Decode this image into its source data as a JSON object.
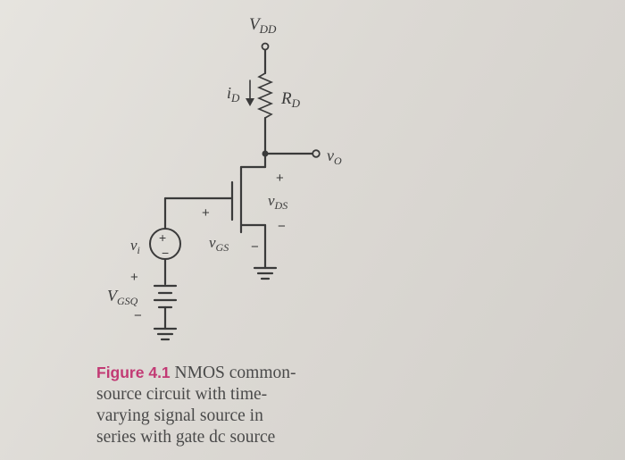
{
  "labels": {
    "vdd": "VDD",
    "rd": "RD",
    "id": "iD",
    "vo": "vO",
    "vds": "vDS",
    "vgs": "vGS",
    "vi": "vi",
    "vgsq": "VGSQ",
    "plus": "+",
    "minus": "−"
  },
  "caption": {
    "figure": "Figure 4.1",
    "line1": "NMOS common-",
    "line2": "source circuit with time-",
    "line3": "varying signal source in",
    "line4": "series with gate dc source"
  },
  "colors": {
    "ink": "#3a3a3a",
    "figure_label": "#c23a74",
    "background": "#dcd9d4"
  }
}
